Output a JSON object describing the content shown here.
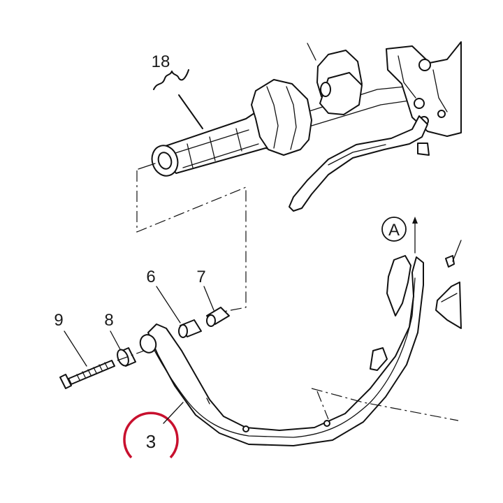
{
  "callouts": {
    "grip": "18",
    "spacer_a": "6",
    "spacer_b": "7",
    "bolt": "9",
    "washer": "8",
    "guard": "3",
    "view_marker": "A"
  },
  "colors": {
    "highlight_circle": "#c8102e",
    "line_art": "#111111"
  }
}
